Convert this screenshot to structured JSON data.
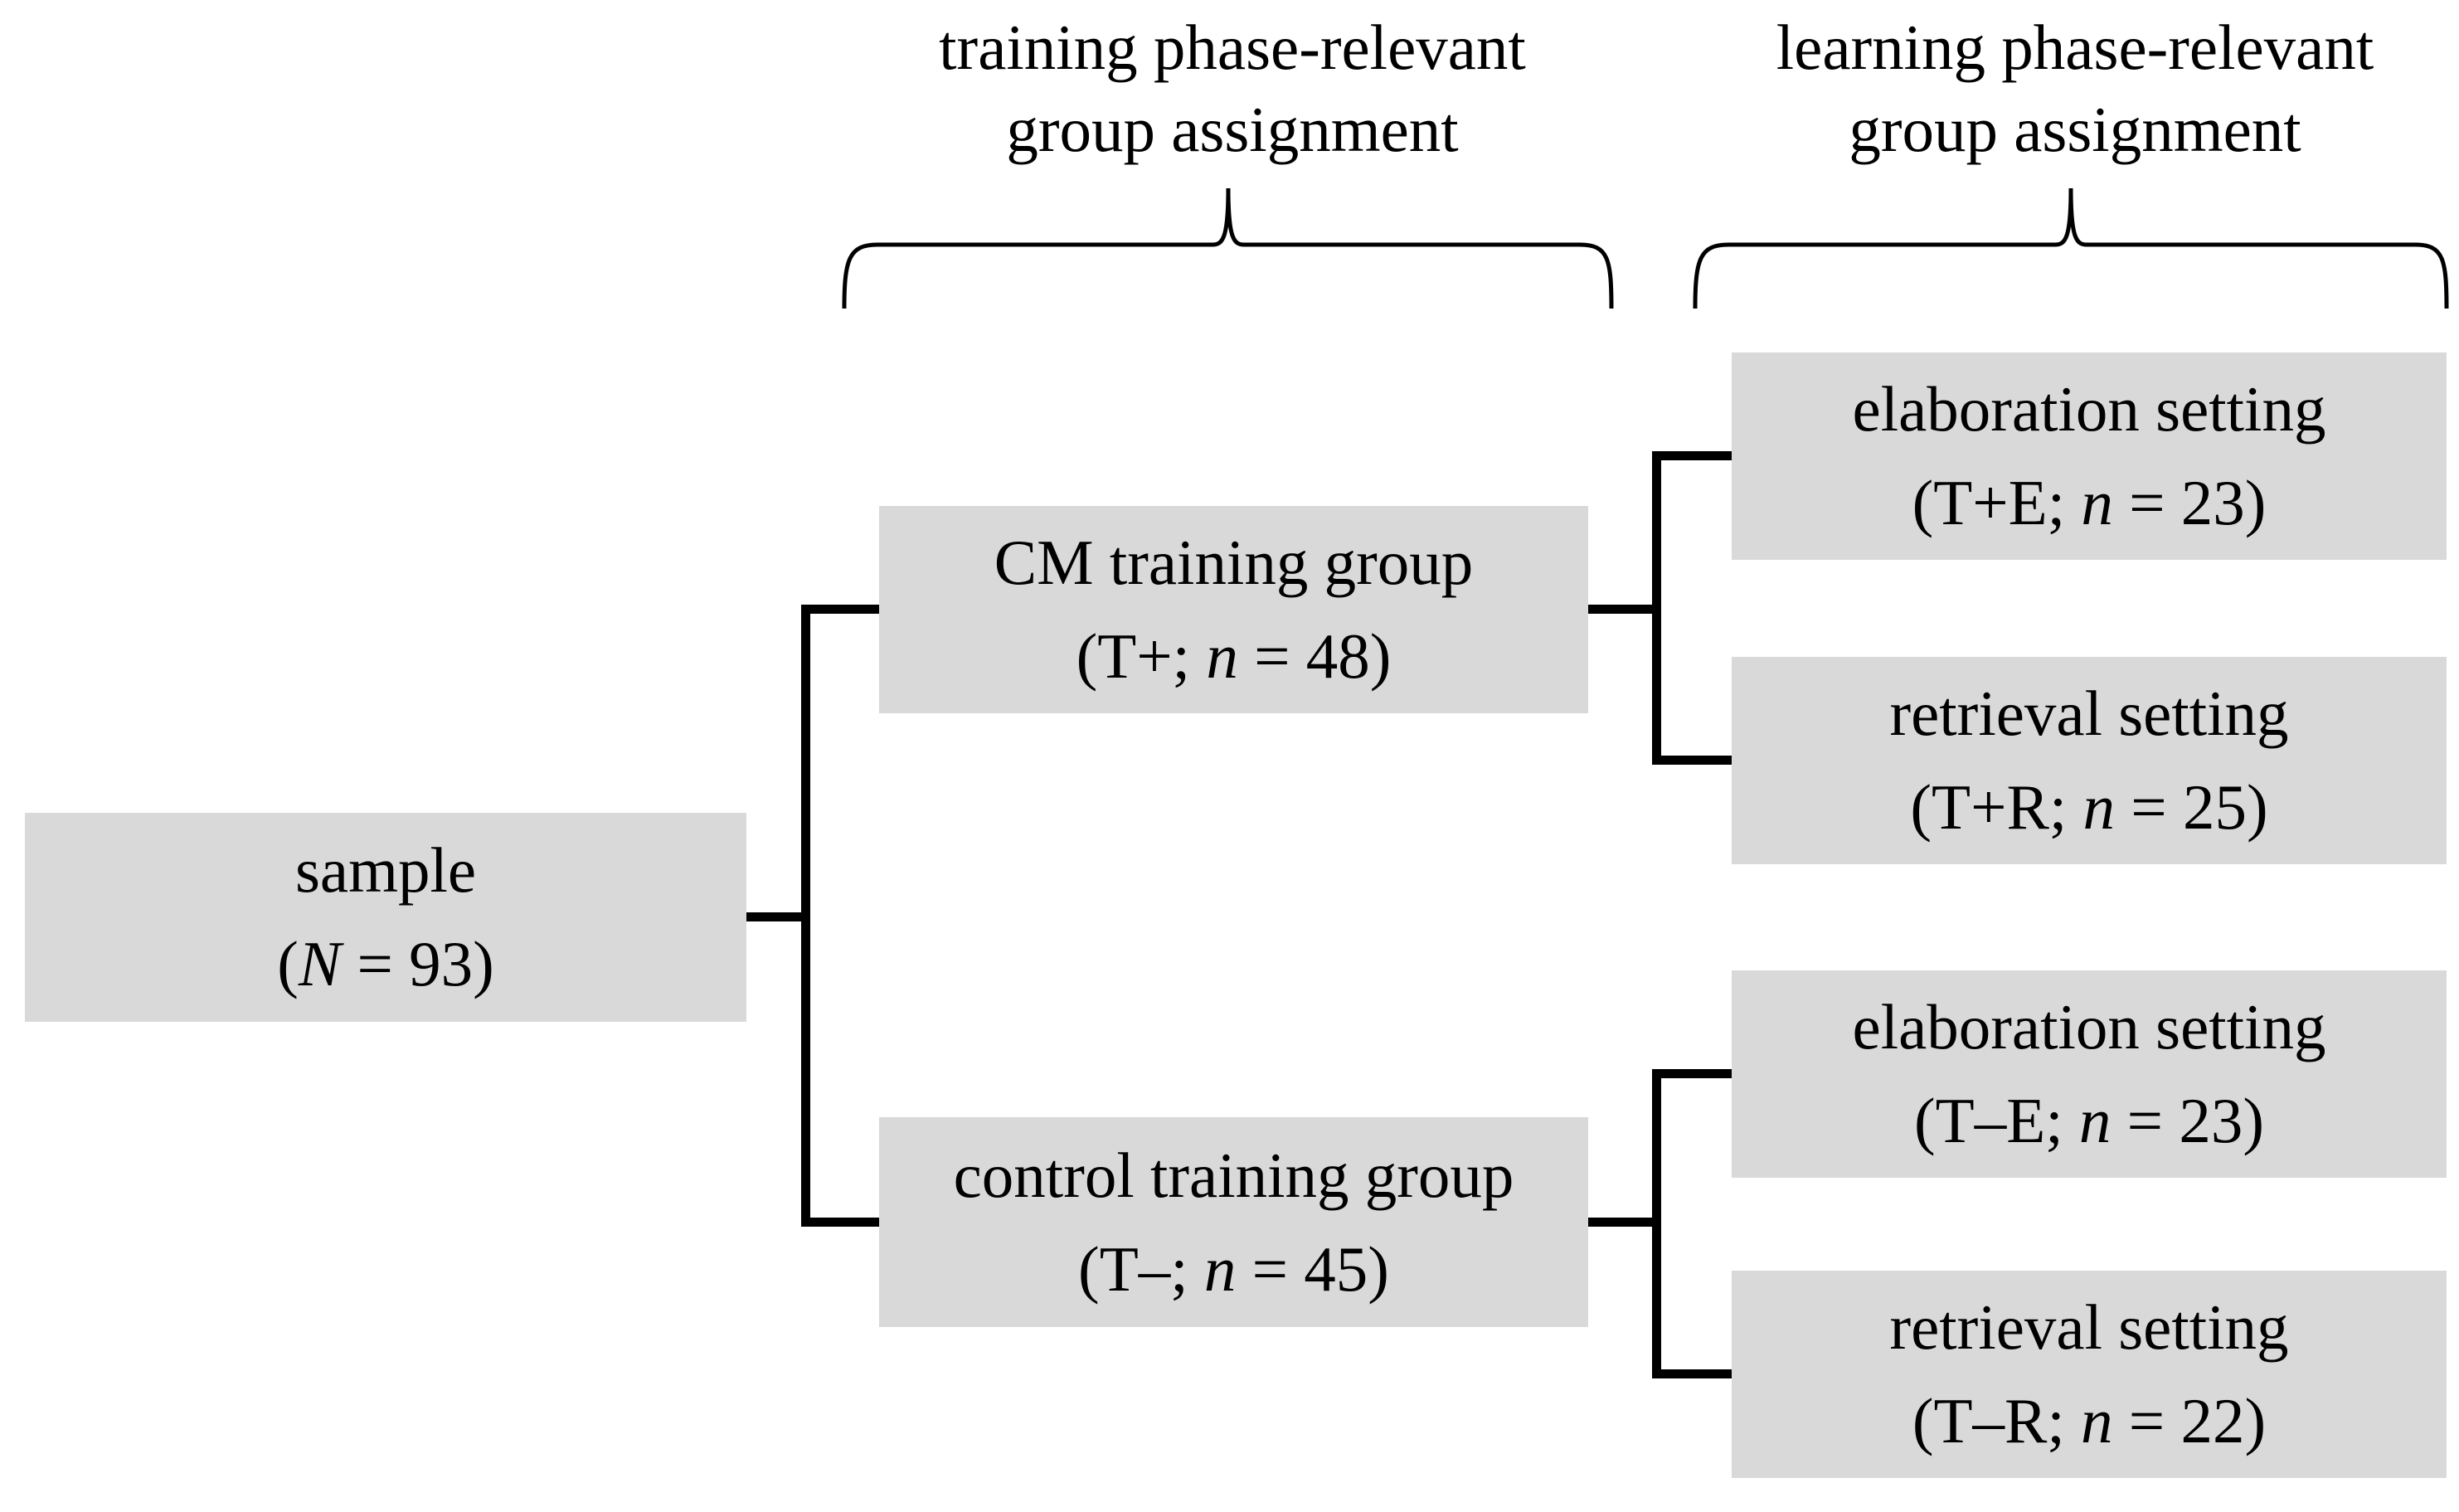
{
  "colors": {
    "background": "#ffffff",
    "box_fill": "#d9d9d9",
    "line": "#000000",
    "text": "#000000"
  },
  "headers": [
    {
      "line1": "training phase-relevant",
      "line2": "group assignment"
    },
    {
      "line1": "learning phase-relevant",
      "line2": "group assignment"
    }
  ],
  "nodes": {
    "sample": {
      "title": "sample",
      "stat_prefix": "(",
      "stat_var": "N",
      "stat_suffix": " = 93)"
    },
    "cm": {
      "title": "CM training group",
      "stat_prefix": "(T+; ",
      "stat_var": "n",
      "stat_suffix": " = 48)"
    },
    "control": {
      "title": "control training group",
      "stat_prefix": "(T–; ",
      "stat_var": "n",
      "stat_suffix": " = 45)"
    },
    "tpe": {
      "title": "elaboration setting",
      "stat_prefix": "(T+E; ",
      "stat_var": "n",
      "stat_suffix": " = 23)"
    },
    "tpr": {
      "title": "retrieval setting",
      "stat_prefix": "(T+R; ",
      "stat_var": "n",
      "stat_suffix": " = 25)"
    },
    "tme": {
      "title": "elaboration setting",
      "stat_prefix": "(T–E; ",
      "stat_var": "n",
      "stat_suffix": " = 23)"
    },
    "tmr": {
      "title": "retrieval setting",
      "stat_prefix": "(T–R; ",
      "stat_var": "n",
      "stat_suffix": " = 22)"
    }
  }
}
